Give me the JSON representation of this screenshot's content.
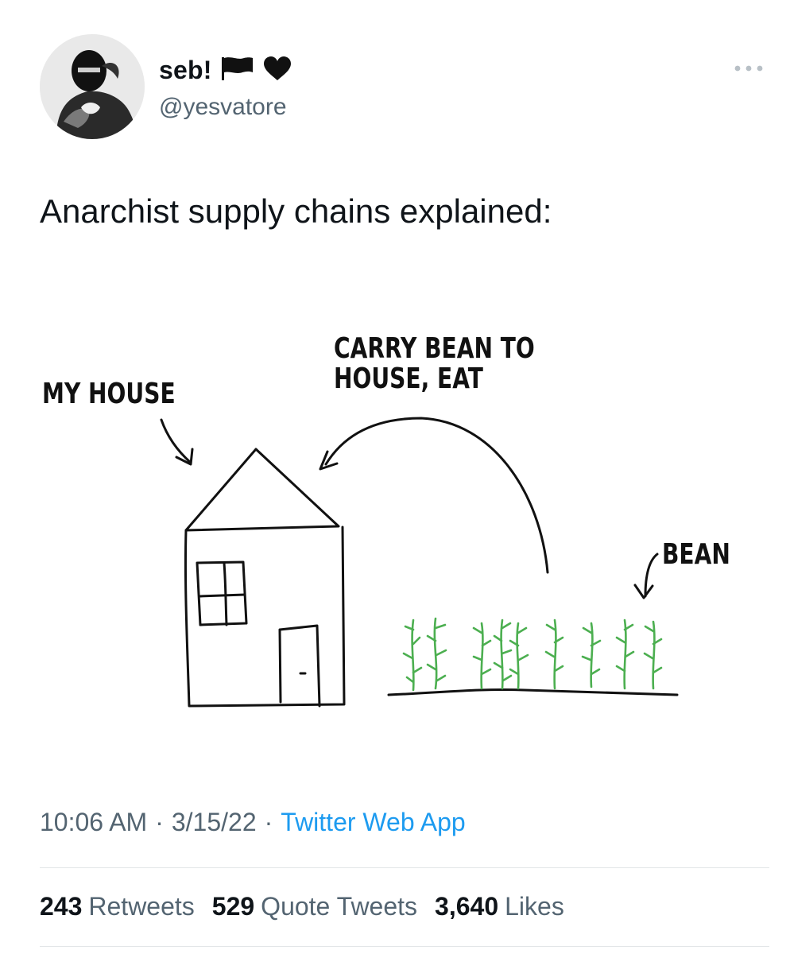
{
  "author": {
    "display_name": "seb!",
    "handle": "@yesvatore",
    "name_icons": [
      "black-flag-icon",
      "black-heart-icon"
    ]
  },
  "tweet": {
    "text": "Anarchist supply chains explained:",
    "drawing_labels": {
      "my_house": "MY HOUSE",
      "carry_line1": "CARRY BEAN TO",
      "carry_line2": "HOUSE, EAT",
      "bean": "BEAN"
    }
  },
  "meta": {
    "time": "10:06 AM",
    "separator": "·",
    "date": "3/15/22",
    "source": "Twitter Web App"
  },
  "stats": {
    "retweets_count": "243",
    "retweets_label": "Retweets",
    "quotes_count": "529",
    "quotes_label": "Quote Tweets",
    "likes_count": "3,640",
    "likes_label": "Likes"
  },
  "colors": {
    "text": "#0f1419",
    "secondary": "#536471",
    "link": "#1d9bf0",
    "bean_green": "#4caf50"
  }
}
